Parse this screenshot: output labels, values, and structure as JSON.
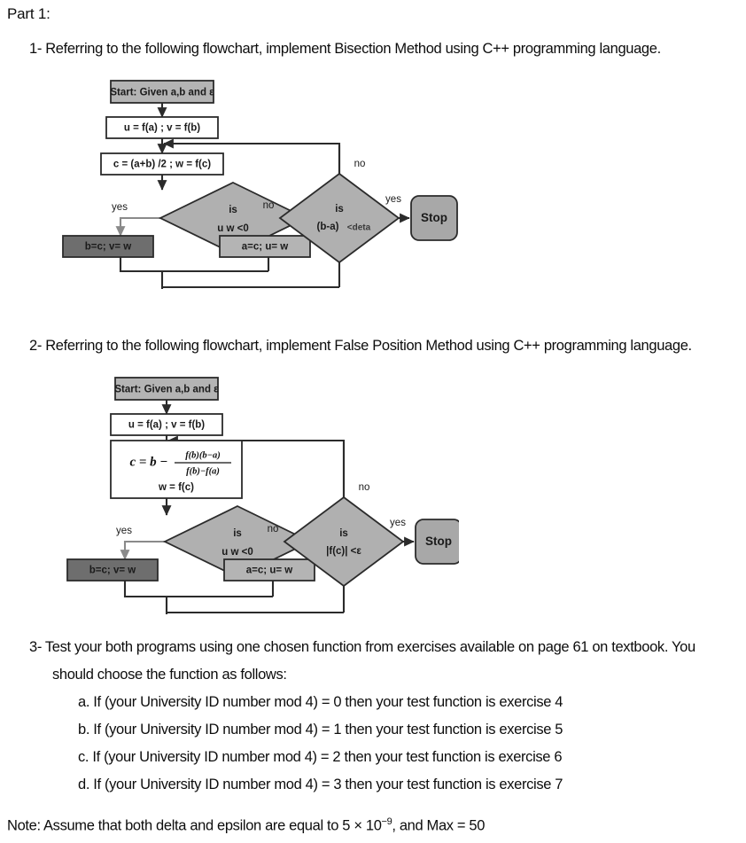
{
  "document": {
    "part_title": "Part 1:",
    "question1": "1- Referring to the following flowchart, implement Bisection Method using C++ programming language.",
    "question2": "2- Referring to the following flowchart, implement False Position Method using C++ programming language.",
    "question3_line1": "3- Test your both programs using one chosen function from exercises available on page 61 on textbook. You",
    "question3_line2": "should choose the function as follows:",
    "options": [
      "a. If (your University ID number mod 4) = 0 then your test function is exercise 4",
      "b. If (your University ID number mod 4) = 1 then your test function is exercise 5",
      "c. If (your University ID number mod 4) = 2 then your test function is exercise 6",
      "d. If (your University ID number mod 4) = 3 then your test function is exercise 7"
    ],
    "note_prefix": "Note: Assume that both delta and epsilon are equal to 5 × 10",
    "note_exponent": "−9",
    "note_suffix": ", and Max = 50"
  },
  "colors": {
    "start_fill": "#b4b4b4",
    "process_fill": "#ffffff",
    "decision_fill": "#b0b0b0",
    "stop_fill": "#a8a8a8",
    "assign_dark_fill": "#6e6e6e",
    "assign_light_fill": "#b4b4b4",
    "stroke": "#2b2b2b",
    "text": "#1a1a1a"
  },
  "flowchart1": {
    "name": "bisection-method-flowchart",
    "nodes": {
      "start": "Start: Given  a,b  and ε",
      "init": "u = f(a) ; v = f(b)",
      "compute": "c = (a+b) /2 ; w = f(c)",
      "decision_sign_line1": "is",
      "decision_sign_line2": "u w <0",
      "assign_left": "b=c; v= w",
      "assign_right": "a=c; u= w",
      "decision_tol_line1": "is",
      "decision_tol_line2_a": "(b-a)",
      "decision_tol_line2_b": "<deta",
      "stop": "Stop"
    },
    "labels": {
      "yes_left": "yes",
      "no_right": "no",
      "no_top": "no",
      "yes_stop": "yes"
    }
  },
  "flowchart2": {
    "name": "false-position-method-flowchart",
    "nodes": {
      "start": "Start: Given  a,b  and ε",
      "init": "u = f(a) ; v = f(b)",
      "formula_lhs": "c  =  b  −",
      "formula_numerator": "f(b)(b−a)",
      "formula_denominator": "f(b)−f(a)",
      "formula_second_line": "w = f(c)",
      "decision_sign_line1": "is",
      "decision_sign_line2": "u w <0",
      "assign_left": "b=c; v= w",
      "assign_right": "a=c; u= w",
      "decision_tol_line1": "is",
      "decision_tol_line2": "|f(c)|  <ε",
      "stop": "Stop"
    },
    "labels": {
      "yes_left": "yes",
      "no_right": "no",
      "no_top": "no",
      "yes_stop": "yes"
    }
  }
}
